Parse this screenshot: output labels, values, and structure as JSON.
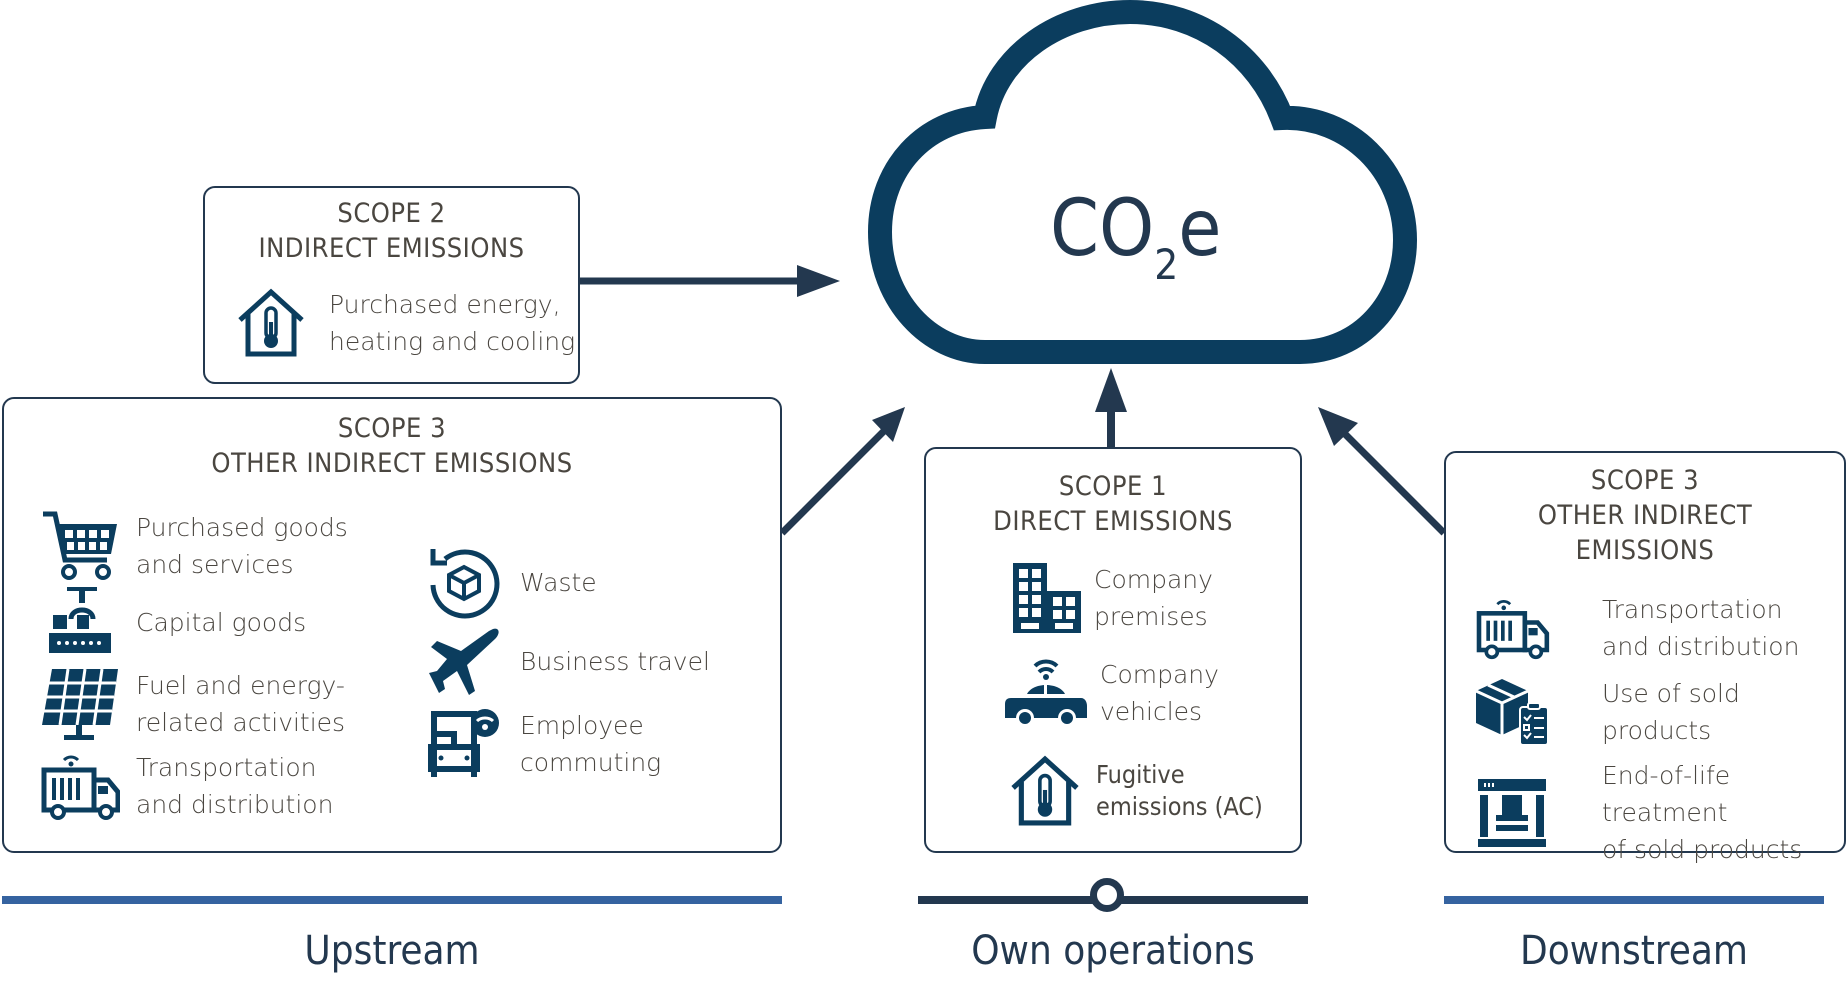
{
  "cloud": {
    "label_main": "CO",
    "label_sub": "2",
    "label_suffix": "e"
  },
  "scope2": {
    "title_line1": "SCOPE 2",
    "title_line2": "INDIRECT EMISSIONS",
    "items": [
      {
        "icon": "house-thermometer-icon",
        "line1": "Purchased energy,",
        "line2": "heating and cooling"
      }
    ]
  },
  "scope3_up": {
    "title_line1": "SCOPE 3",
    "title_line2": "OTHER INDIRECT EMISSIONS",
    "items": [
      {
        "icon": "shopping-cart-icon",
        "line1": "Purchased goods",
        "line2": "and services"
      },
      {
        "icon": "robotic-arm-conveyor-icon",
        "line1": "Capital goods",
        "line2": ""
      },
      {
        "icon": "solar-panel-icon",
        "line1": "Fuel and energy-",
        "line2": "related activities"
      },
      {
        "icon": "delivery-truck-icon",
        "line1": "Transportation",
        "line2": "and distribution"
      },
      {
        "icon": "recycle-box-icon",
        "line1": "Waste",
        "line2": ""
      },
      {
        "icon": "airplane-icon",
        "line1": "Business travel",
        "line2": ""
      },
      {
        "icon": "bus-icon",
        "line1": "Employee",
        "line2": "commuting"
      }
    ]
  },
  "scope1": {
    "title_line1": "SCOPE 1",
    "title_line2": "DIRECT EMISSIONS",
    "items": [
      {
        "icon": "building-icon",
        "line1": "Company",
        "line2": "premises"
      },
      {
        "icon": "connected-car-icon",
        "line1": "Company",
        "line2": "vehicles"
      },
      {
        "icon": "house-thermometer-icon",
        "line1": "Fugitive",
        "line2": "emissions (AC)"
      }
    ]
  },
  "scope3_down": {
    "title_line1": "SCOPE 3",
    "title_line2": "OTHER INDIRECT",
    "title_line3": "EMISSIONS",
    "items": [
      {
        "icon": "delivery-truck-icon",
        "line1": "Transportation",
        "line2": "and distribution"
      },
      {
        "icon": "box-checklist-icon",
        "line1": "Use of sold",
        "line2": "products"
      },
      {
        "icon": "press-machine-icon",
        "line1": "End-of-life treatment",
        "line2": "of sold products"
      }
    ]
  },
  "footer": {
    "upstream": "Upstream",
    "own_operations": "Own operations",
    "downstream": "Downstream"
  },
  "colors": {
    "icon": "#0b3d5e",
    "cloud": "#0b3d5e",
    "arrow": "#23384f",
    "upstream_bar": "#3563a0",
    "own_bar": "#23384f",
    "text": "#4a4640"
  }
}
